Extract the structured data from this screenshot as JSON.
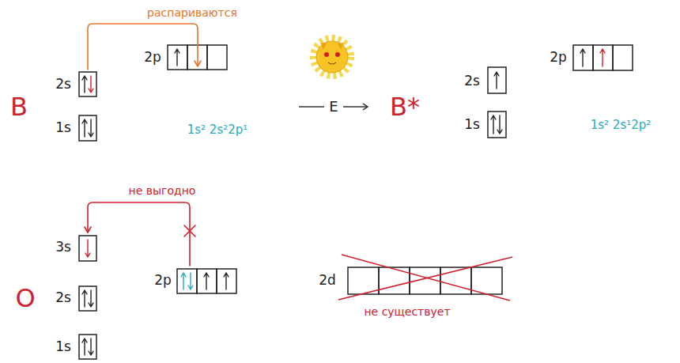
{
  "diagram": {
    "labels": [
      "распариваются",
      "B",
      "2s",
      "2p",
      "1s",
      "1s² 2s²2p¹",
      "E",
      "B*",
      "2s",
      "2p",
      "1s",
      "1s² 2s¹2p²",
      "не выгодно",
      "3s",
      "2d",
      "O",
      "2s",
      "2p",
      "не существует",
      "1s"
    ]
  }
}
